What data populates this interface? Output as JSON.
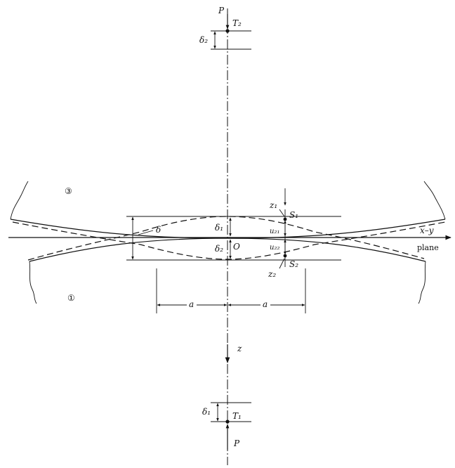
{
  "labels": {
    "p_top": "P",
    "t2": "T₂",
    "delta2_top": "δ₂",
    "body2": "③",
    "body1": "①",
    "delta": "δ",
    "delta1_center": "δ₁",
    "origin": "O",
    "delta2_center": "δ₂",
    "z1": "z₁",
    "s1": "S₁",
    "uz1": "u₂₁",
    "uz2": "u₂₂",
    "s2": "S₂",
    "z2": "z₂",
    "xy": "x–y",
    "plane": "plane",
    "a_left": "a",
    "a_right": "a",
    "z_axis": "z",
    "delta1_bottom": "δ₁",
    "t1": "T₁",
    "p_bottom": "P"
  }
}
